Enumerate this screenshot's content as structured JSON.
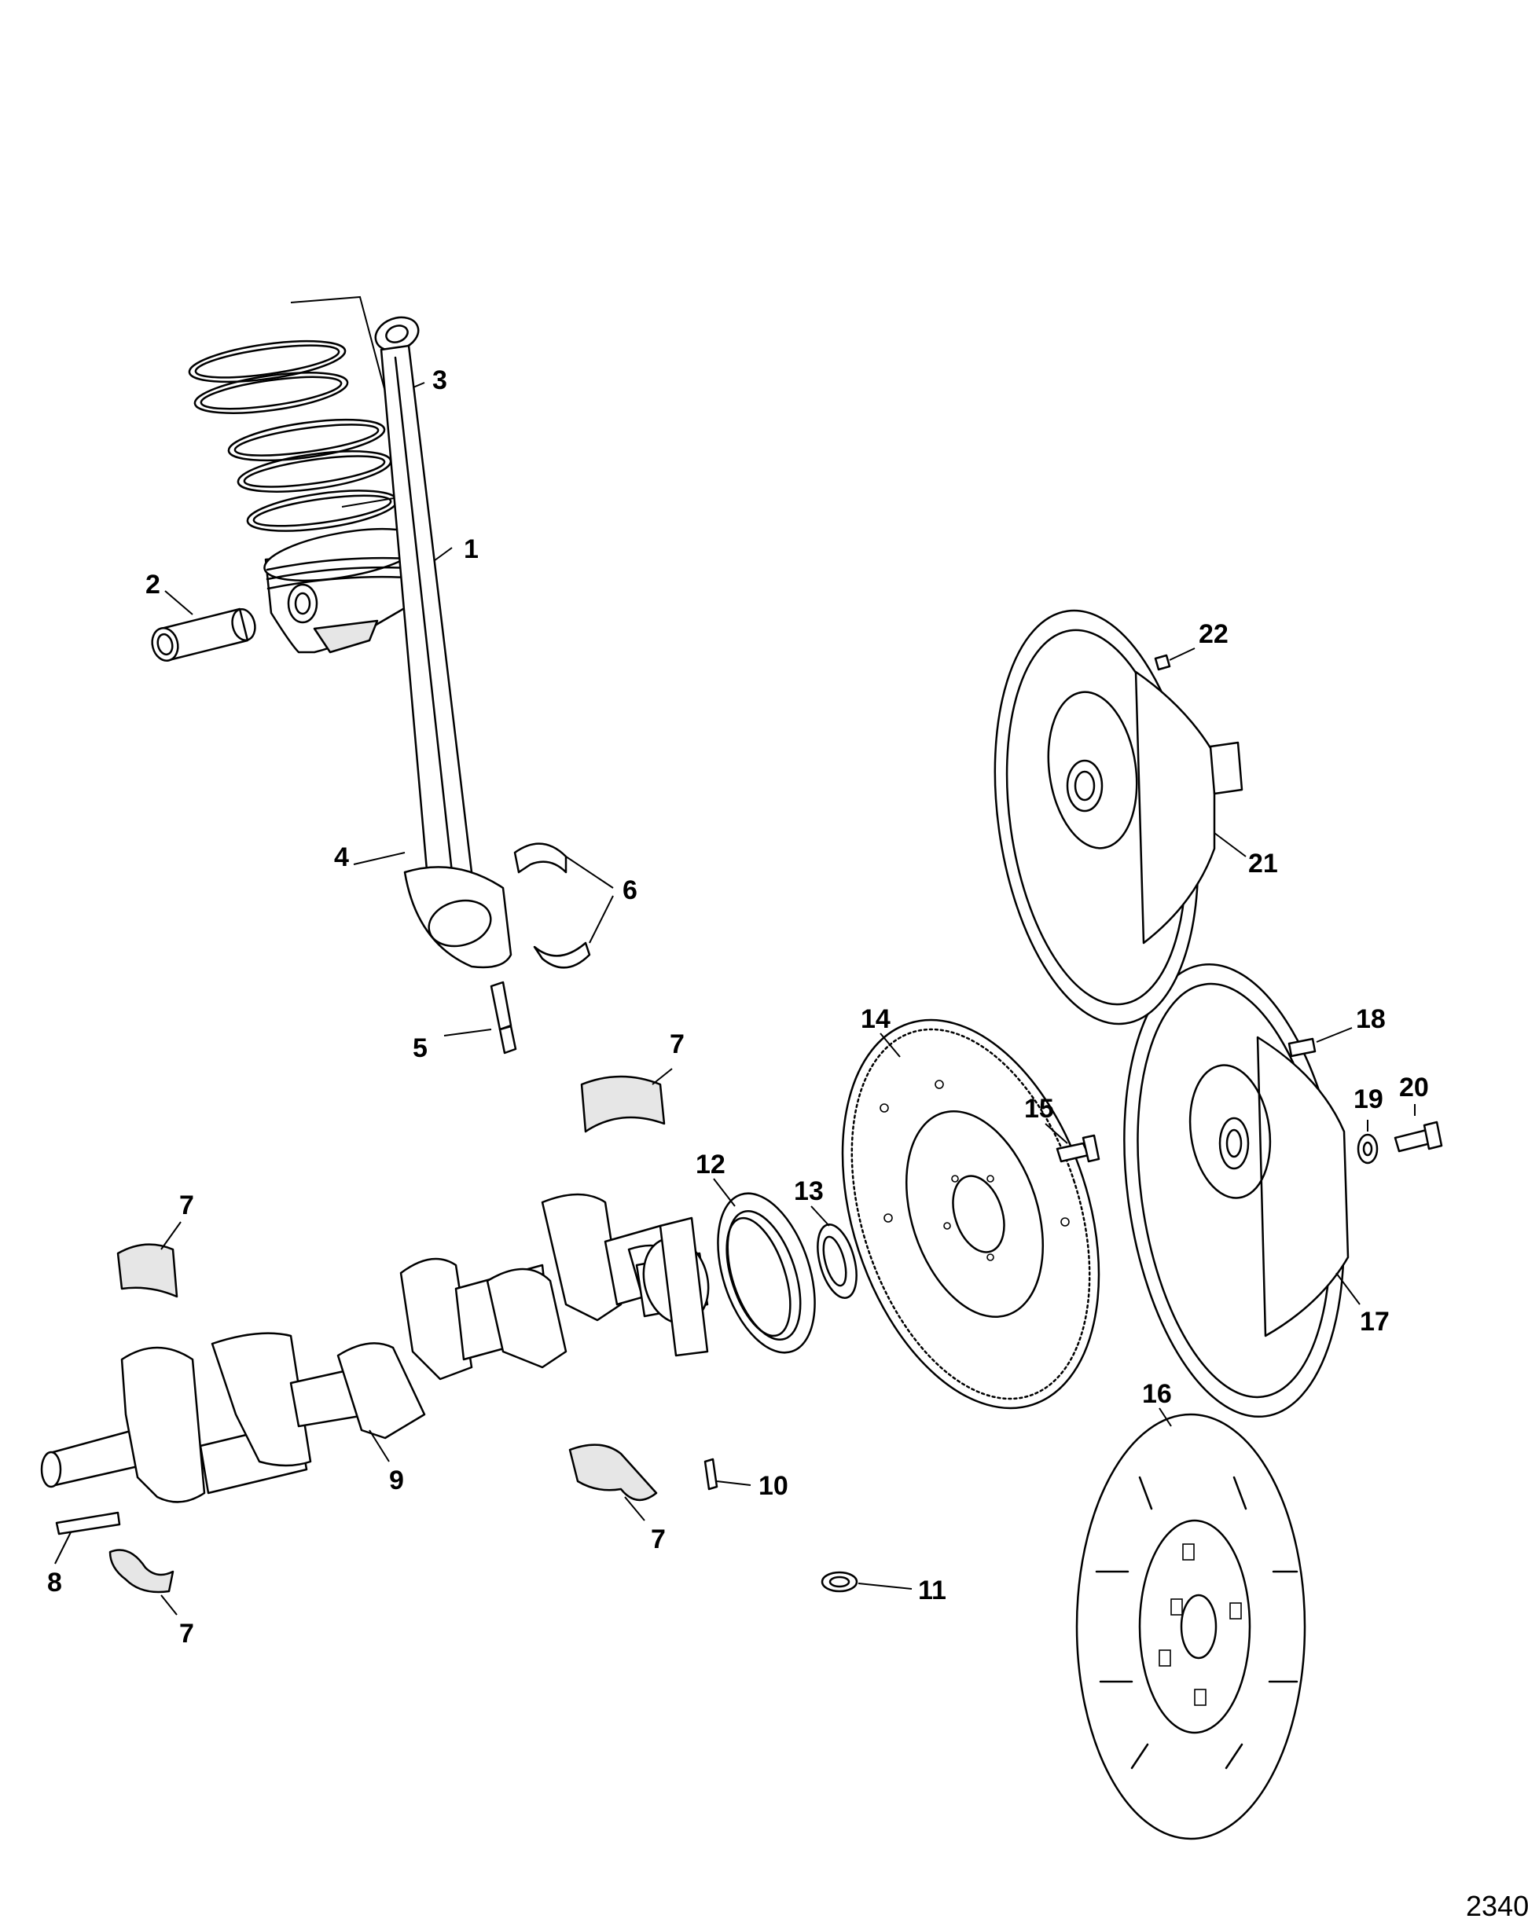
{
  "figure_code": "2340",
  "callouts": [
    {
      "id": "callout-1",
      "text": "1"
    },
    {
      "id": "callout-2",
      "text": "2"
    },
    {
      "id": "callout-3",
      "text": "3"
    },
    {
      "id": "callout-4",
      "text": "4"
    },
    {
      "id": "callout-5",
      "text": "5"
    },
    {
      "id": "callout-6",
      "text": "6"
    },
    {
      "id": "callout-7a",
      "text": "7"
    },
    {
      "id": "callout-7b",
      "text": "7"
    },
    {
      "id": "callout-7c",
      "text": "7"
    },
    {
      "id": "callout-7d",
      "text": "7"
    },
    {
      "id": "callout-8",
      "text": "8"
    },
    {
      "id": "callout-9",
      "text": "9"
    },
    {
      "id": "callout-10",
      "text": "10"
    },
    {
      "id": "callout-11",
      "text": "11"
    },
    {
      "id": "callout-12",
      "text": "12"
    },
    {
      "id": "callout-13",
      "text": "13"
    },
    {
      "id": "callout-14",
      "text": "14"
    },
    {
      "id": "callout-15",
      "text": "15"
    },
    {
      "id": "callout-16",
      "text": "16"
    },
    {
      "id": "callout-17",
      "text": "17"
    },
    {
      "id": "callout-18",
      "text": "18"
    },
    {
      "id": "callout-19",
      "text": "19"
    },
    {
      "id": "callout-20",
      "text": "20"
    },
    {
      "id": "callout-21",
      "text": "21"
    },
    {
      "id": "callout-22",
      "text": "22"
    }
  ]
}
